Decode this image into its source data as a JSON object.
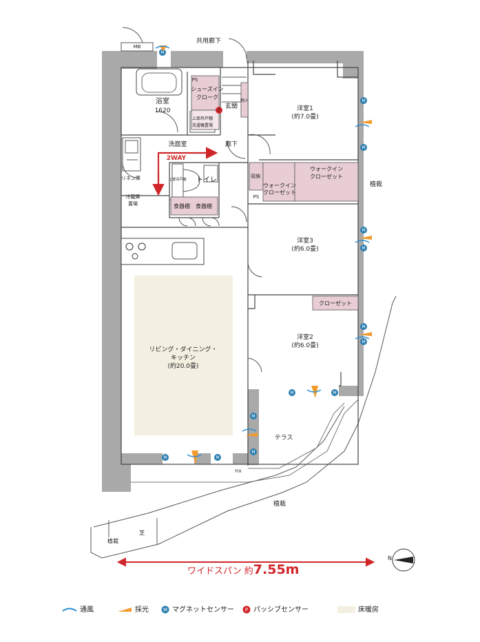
{
  "labels": {
    "mb": "MB",
    "corridor_common": "共用廊下",
    "bath": "浴室",
    "bath_size": "1620",
    "ps1": "PS",
    "shoes_closet": "シューズイン",
    "shoes_closet2": "クローク",
    "entrance": "玄関",
    "storage_v": "物入",
    "upper_cab1": "上部吊戸棚",
    "upper_cab2": "洗濯機置場",
    "washroom": "洗面室",
    "hall": "廊下",
    "way2": "2WAY",
    "linen": "リネン庫",
    "toilet": "トイレ",
    "upper_cab3": "上部吊戸棚",
    "storage": "収納",
    "fridge": "冷蔵庫",
    "fridge2": "置場",
    "pantry1": "食器棚",
    "pantry2": "食器棚",
    "ps2": "PS",
    "room1": "洋室1",
    "room1_size": "(約7.0畳)",
    "wic1": "ウォークイン",
    "wic1b": "クローゼット",
    "wic2": "ウォークイン",
    "wic2b": "クローゼット",
    "room3": "洋室3",
    "room3_size": "(約6.0畳)",
    "closet": "クローゼット",
    "room2": "洋室2",
    "room2_size": "(約6.0畳)",
    "ldk1": "リビング・ダイニング・",
    "ldk2": "キッチン",
    "ldk3": "(約20.0畳)",
    "terrace": "テラス",
    "fix": "FIX",
    "planting1": "植栽",
    "planting2": "植栽",
    "planting3": "植栽",
    "lawn": "芝",
    "north": "N"
  },
  "span": {
    "prefix": "ワイドスパン 約",
    "value": "7.55m"
  },
  "legend": {
    "ventilation": "通風",
    "daylight": "採光",
    "magnet": "マグネットセンサー",
    "passive": "パッシブセンサー",
    "floor_heating": "床暖房"
  },
  "colors": {
    "wall": "#a9a9a9",
    "closet": "#e8cdd4",
    "floor_heating": "#f3f0e1",
    "arrow": "#d0262a",
    "sensor": "#2b7fb1",
    "daylight": "#f29a2e",
    "ventilation": "#2b8fd1"
  }
}
